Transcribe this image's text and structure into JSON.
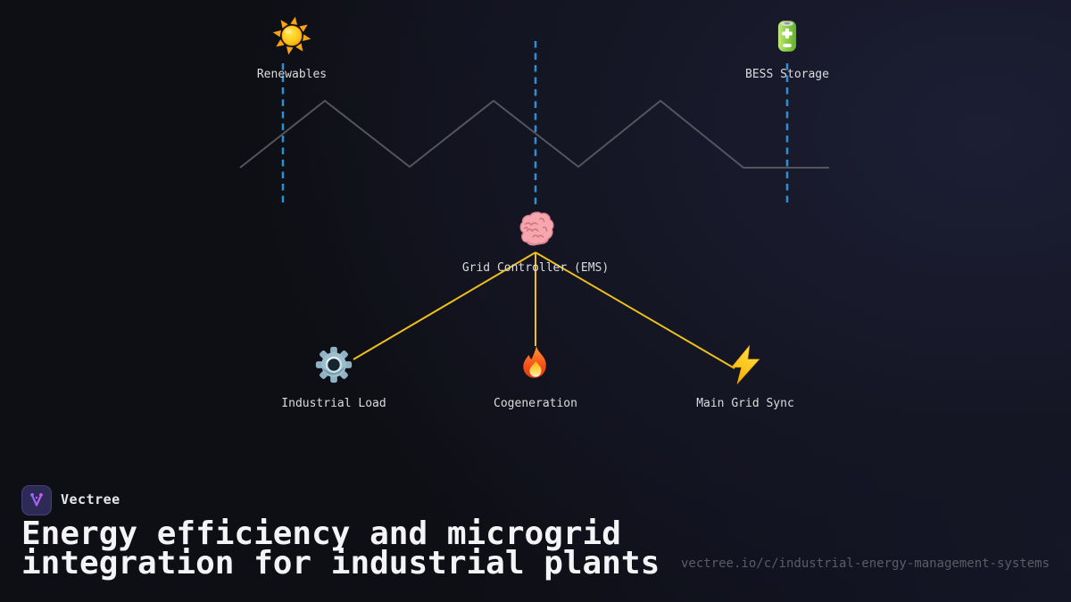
{
  "diagram": {
    "nodes": [
      {
        "id": "renewables",
        "label": "Renewables",
        "icon": "sun-icon"
      },
      {
        "id": "bess-storage",
        "label": "BESS Storage",
        "icon": "battery-icon"
      },
      {
        "id": "grid-controller",
        "label": "Grid Controller (EMS)",
        "icon": "brain-icon"
      },
      {
        "id": "industrial-load",
        "label": "Industrial Load",
        "icon": "gear-icon"
      },
      {
        "id": "cogeneration",
        "label": "Cogeneration",
        "icon": "fire-icon"
      },
      {
        "id": "main-grid-sync",
        "label": "Main Grid Sync",
        "icon": "lightning-icon"
      }
    ],
    "colors": {
      "dashed_connector": "#2f8fd4",
      "control_link": "#eec01a",
      "demand_curve": "#54555d",
      "battery_green": "#8ccf45",
      "sun_orange": "#f9a315",
      "brain_pink": "#f6a6ae"
    }
  },
  "footer": {
    "brand": "Vectree",
    "title_lines": [
      "Energy efficiency and microgrid",
      "integration for industrial plants"
    ],
    "url": "vectree.io/c/industrial-energy-management-systems",
    "logo_icon": "vectree-v-branch-icon"
  }
}
